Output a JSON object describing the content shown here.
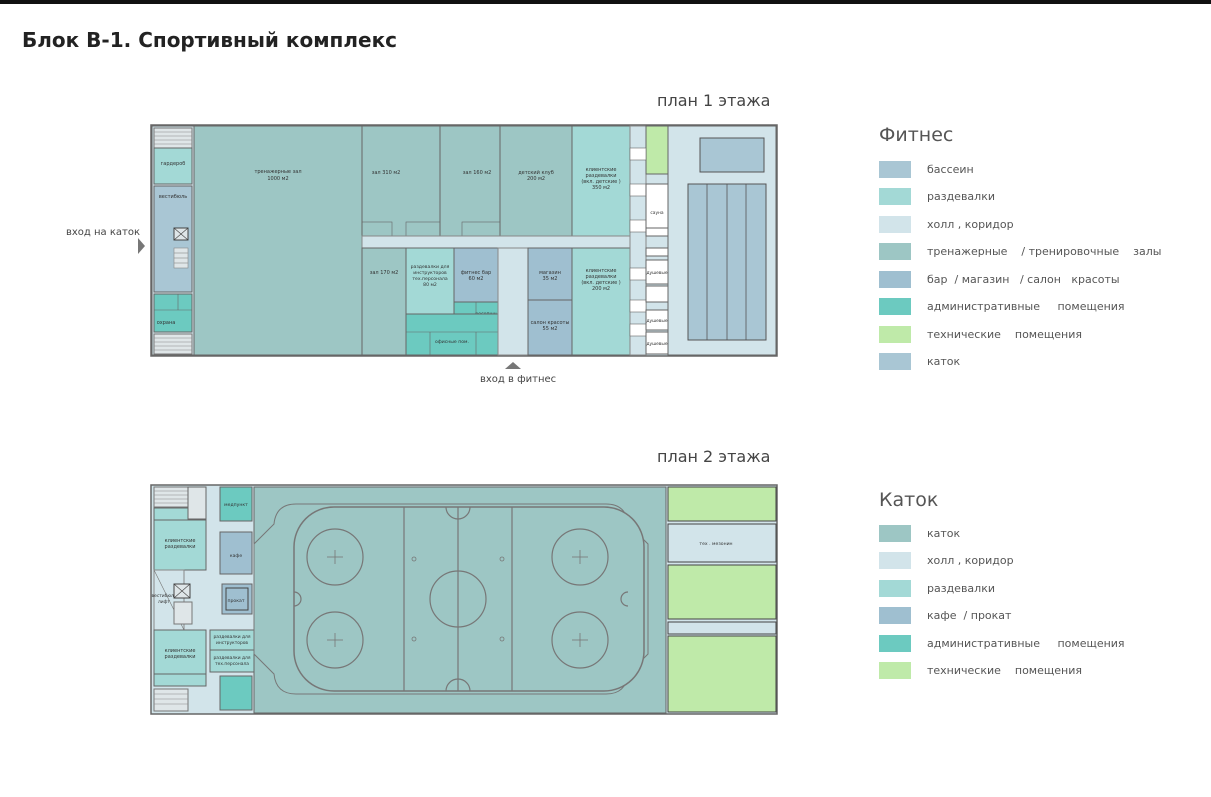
{
  "title": "Блок В-1. Спортивный комплекс",
  "colors": {
    "pool": "#a9c6d4",
    "changing": "#a3d9d6",
    "hall": "#d2e4ea",
    "gym": "#9dc6c4",
    "bar": "#9fbfd0",
    "admin": "#6ccac0",
    "tech": "#bfeaa9",
    "rink": "#a9c6d4",
    "rink2": "#9dc6c4",
    "stair": "#dfe6e8"
  },
  "floor1": {
    "label": "план 1 этажа",
    "entry_rink": "вход  на  каток",
    "entry_fitness": "вход  в фитнес",
    "rooms": {
      "wardrobe": "гардероб",
      "vestibule": "вестибюль",
      "store": "охрана",
      "gym_main": "тренажерные    зал",
      "gym_main_area": "1000 м2",
      "hall_310": "зал 310 м2",
      "hall_160": "зал 160 м2",
      "kids": "детский  клуб",
      "kids_area": "200 м2",
      "changing_top": "клиентские",
      "changing_top2": "раздевалки",
      "changing_top3": "(вкл. детские )",
      "changing_top_area": "350 м2",
      "hall_170": "зал 170 м2",
      "instructors": "раздевалки  для",
      "instructors2": "инструкторов",
      "instructors3": "тех.персонала",
      "instructors_area": "80 м2",
      "fitbar": "фитнес  бар",
      "fitbar_area": "60 м2",
      "shop": "магазин",
      "shop_area": "35 м2",
      "changing_bot": "клиентские",
      "changing_bot2": "раздевалки",
      "changing_bot3": "(вкл. детские )",
      "changing_bot_area": "200 м2",
      "reception": "ресепшн",
      "office": "офисные  пом.",
      "salon": "салон  красоты",
      "salon_area": "55 м2",
      "sauna": "сауна",
      "dushevye1": "душевые",
      "dushevye2": "душевые",
      "dushevye3": "душевые"
    }
  },
  "floor2": {
    "label": "план 2 этажа",
    "rooms": {
      "medpunkt": "медпункт",
      "cafe": "кафе",
      "rental": "прокат",
      "changing_top": "клиентские",
      "changing_top2": "раздевалки",
      "changing_bot": "клиентские",
      "changing_bot2": "раздевалки",
      "instr1": "раздевалки  для",
      "instr1b": "инструкторов",
      "instr2": "раздевалки  для",
      "instr2b": "тех.персонала",
      "vest": "вестибюль",
      "vest2": "лифт",
      "tech_label": "тех . мезонин"
    }
  },
  "legend_fitness": {
    "title": "Фитнес",
    "items": [
      {
        "label": "бассеин",
        "color": "#a9c6d4"
      },
      {
        "label": "раздевалки",
        "color": "#a3d9d6"
      },
      {
        "label": "холл , коридор",
        "color": "#d2e4ea"
      },
      {
        "label": "тренажерные    / тренировочные    залы",
        "color": "#9dc6c4"
      },
      {
        "label": "бар  / магазин   / салон   красоты",
        "color": "#9fbfd0"
      },
      {
        "label": "административные     помещения",
        "color": "#6ccac0"
      },
      {
        "label": "технические    помещения",
        "color": "#bfeaa9"
      },
      {
        "label": "каток",
        "color": "#a9c6d4"
      }
    ]
  },
  "legend_rink": {
    "title": "Каток",
    "items": [
      {
        "label": "каток",
        "color": "#9dc6c4"
      },
      {
        "label": "холл , коридор",
        "color": "#d2e4ea"
      },
      {
        "label": "раздевалки",
        "color": "#a3d9d6"
      },
      {
        "label": "кафе  / прокат",
        "color": "#9fbfd0"
      },
      {
        "label": "административные     помещения",
        "color": "#6ccac0"
      },
      {
        "label": "технические    помещения",
        "color": "#bfeaa9"
      }
    ]
  }
}
